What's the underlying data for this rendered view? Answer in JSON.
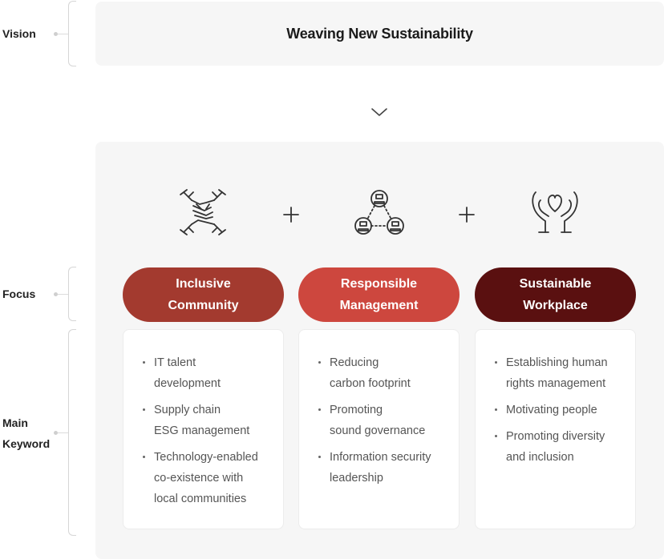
{
  "side_labels": {
    "vision": "Vision",
    "focus": "Focus",
    "keyword_line1": "Main",
    "keyword_line2": "Keyword"
  },
  "vision": {
    "title": "Weaving New Sustainability"
  },
  "icons": [
    "hands-together-icon",
    "network-nodes-icon",
    "hands-heart-icon"
  ],
  "focus": [
    {
      "line1": "Inclusive",
      "line2": "Community",
      "color": "#a33a2f",
      "keywords": [
        [
          "IT talent",
          "development"
        ],
        [
          "Supply chain",
          "ESG management"
        ],
        [
          "Technology-enabled",
          "co-existence with",
          "local communities"
        ]
      ]
    },
    {
      "line1": "Responsible",
      "line2": "Management",
      "color": "#cd473e",
      "keywords": [
        [
          "Reducing",
          "carbon footprint"
        ],
        [
          "Promoting",
          "sound governance"
        ],
        [
          "Information security",
          "leadership"
        ]
      ]
    },
    {
      "line1": "Sustainable",
      "line2": "Workplace",
      "color": "#5a1010",
      "keywords": [
        [
          "Establishing human",
          "rights management"
        ],
        [
          "Motivating people"
        ],
        [
          "Promoting diversity",
          "and inclusion"
        ]
      ]
    }
  ]
}
